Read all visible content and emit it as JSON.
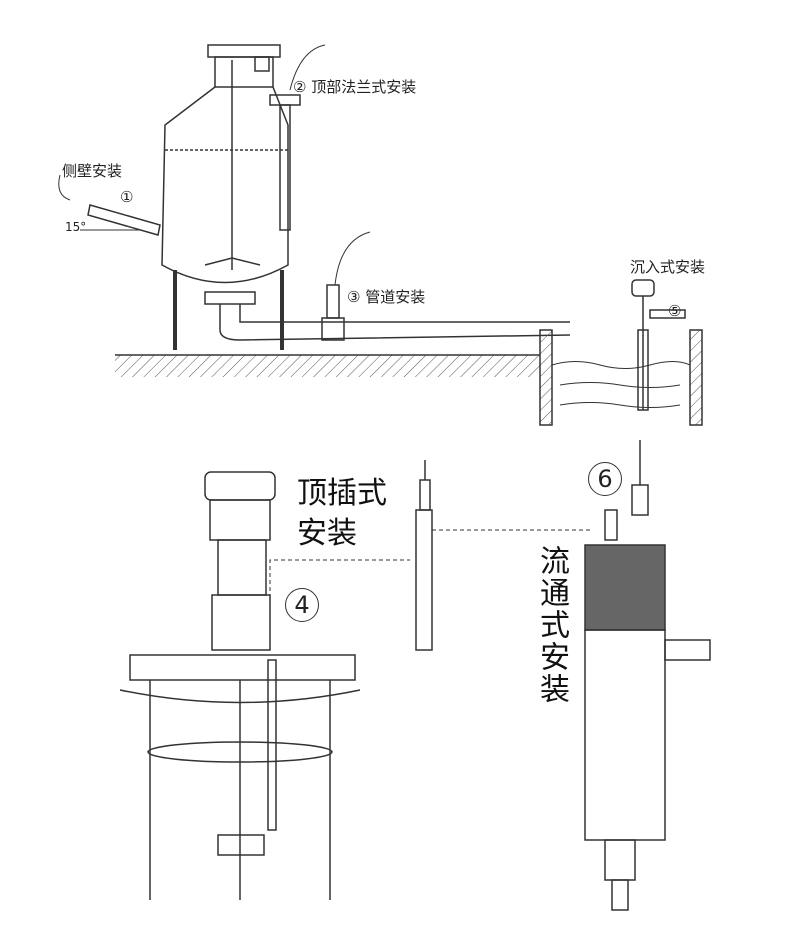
{
  "labels": {
    "top_flange": "② 顶部法兰式安装",
    "side_wall": "侧壁安装",
    "side_wall_num": "①",
    "angle": "15°",
    "pipe": "③ 管道安装",
    "immersion": "沉入式安装",
    "immersion_num": "⑤",
    "top_insert_line1": "顶插式",
    "top_insert_line2": "安装",
    "top_insert_num": "4",
    "flow_num": "6",
    "flow": "流通式安装"
  }
}
